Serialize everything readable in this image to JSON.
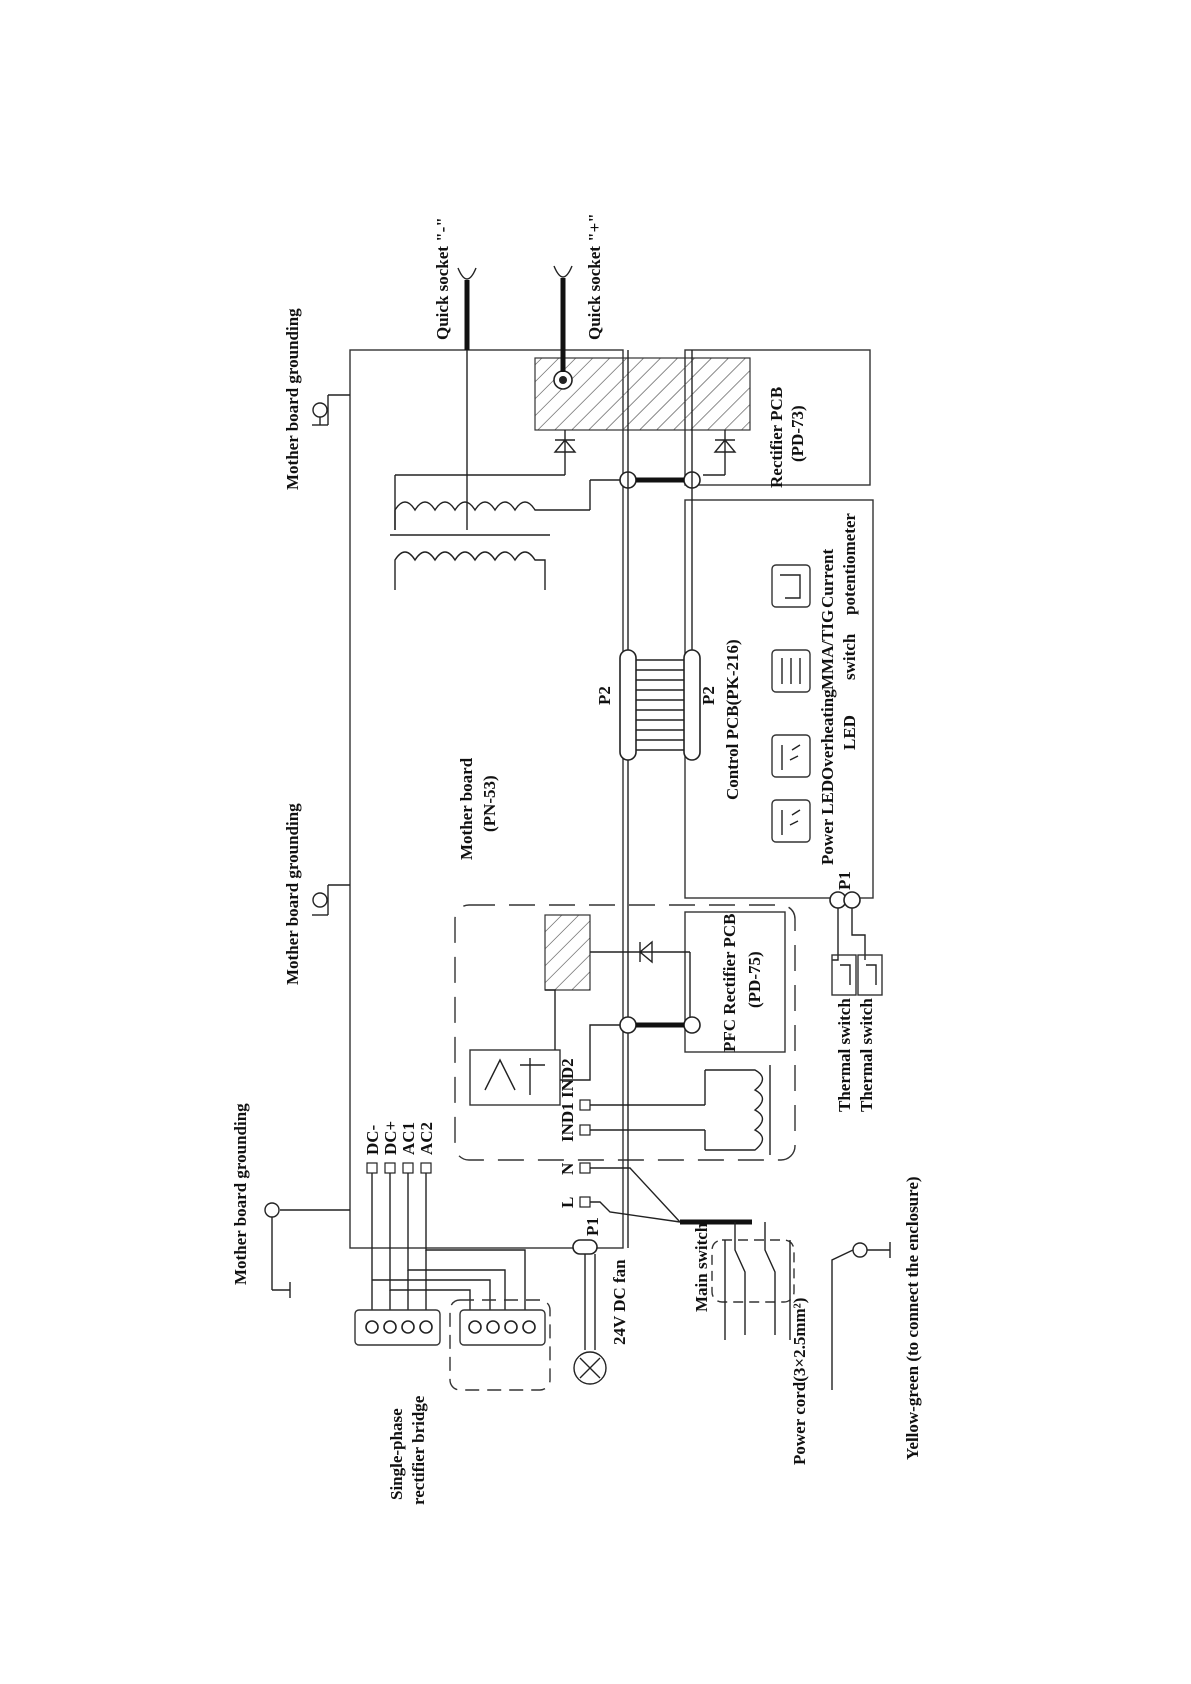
{
  "labels": {
    "quick_socket_neg": "Quick socket \"-\"",
    "quick_socket_pos": "Quick socket \"+\"",
    "mb_grounding_1": "Mother board grounding",
    "mb_grounding_2": "Mother board grounding",
    "mb_grounding_3": "Mother board grounding",
    "rectifier_pcb_1": "Rectifier PCB",
    "rectifier_pcb_2": "(PD-73)",
    "current_pot_1": "Current",
    "current_pot_2": "potentiometer",
    "mma_tig_1": "MMA/TIG",
    "mma_tig_2": "switch",
    "overheating_1": "Overheating",
    "overheating_2": "LED",
    "power_led": "Power LED",
    "control_pcb": "Control PCB(PK-216)",
    "p2_top": "P2",
    "p2_bottom": "P2",
    "p1_ctrl": "P1",
    "mother_board_1": "Mother board",
    "mother_board_2": "(PN-53)",
    "pfc_rectifier_1": "PFC Rectifier PCB",
    "pfc_rectifier_2": "(PD-75)",
    "thermal_switch_1": "Thermal switch",
    "thermal_switch_2": "Thermal switch",
    "ind2": "IND2",
    "ind1": "IND1",
    "n": "N",
    "l": "L",
    "dc_minus": "DC-",
    "dc_plus": "DC+",
    "ac1": "AC1",
    "ac2": "AC2",
    "p1_fan": "P1",
    "fan": "24V DC fan",
    "main_switch": "Main switch",
    "power_cord": "Power cord(3×2.5mm²)",
    "yellow_green": "Yellow-green (to connect the enclosure)",
    "bridge_1": "Single-phase",
    "bridge_2": "rectifier bridge"
  }
}
